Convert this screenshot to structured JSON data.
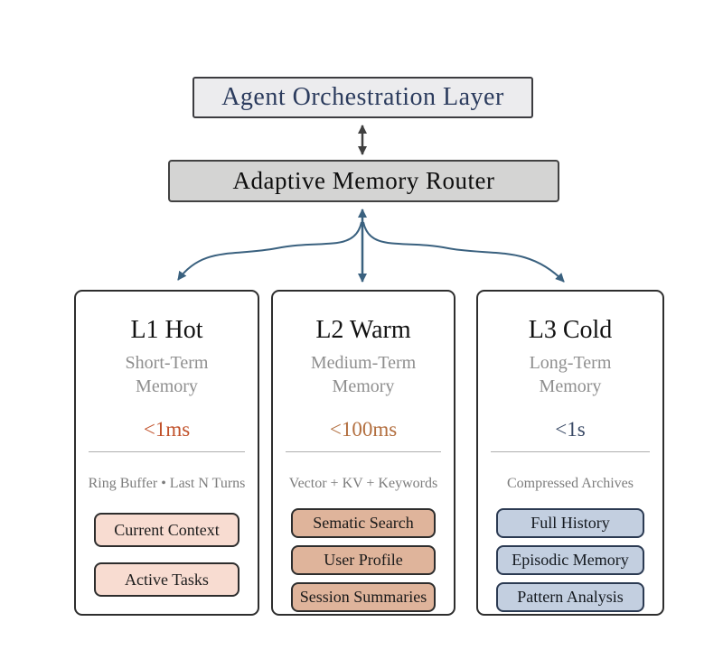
{
  "diagram": {
    "orchestration_label": "Agent Orchestration Layer",
    "router_label": "Adaptive Memory Router",
    "colors": {
      "arrow_dark": "#3f3f3f",
      "arrow_blue": "#3a617f",
      "orchestration_bg": "#ececee",
      "orchestration_text": "#2c3c5e",
      "router_bg": "#d4d4d3"
    },
    "tiers": [
      {
        "title": "L1 Hot",
        "subtitle": "Short-Term\nMemory",
        "latency": "<1ms",
        "latency_color": "#c1512a",
        "spec": "Ring Buffer • Last N Turns",
        "pill_bg": "#f8dcd1",
        "pill_border": "#2d2d2d",
        "pill_text": "#1c1c1c",
        "pills": [
          "Current Context",
          "Active Tasks"
        ]
      },
      {
        "title": "L2 Warm",
        "subtitle": "Medium-Term\nMemory",
        "latency": "<100ms",
        "latency_color": "#b26e3e",
        "spec": "Vector + KV + Keywords",
        "pill_bg": "#dfb49b",
        "pill_border": "#2d2d2d",
        "pill_text": "#1a1a1a",
        "pills": [
          "Sematic Search",
          "User Profile",
          "Session Summaries"
        ]
      },
      {
        "title": "L3 Cold",
        "subtitle": "Long-Term\nMemory",
        "latency": "<1s",
        "latency_color": "#3a4a66",
        "spec": "Compressed Archives",
        "pill_bg": "#c3cfe0",
        "pill_border": "#2b3a52",
        "pill_text": "#14191f",
        "pills": [
          "Full History",
          "Episodic Memory",
          "Pattern Analysis"
        ]
      }
    ]
  }
}
